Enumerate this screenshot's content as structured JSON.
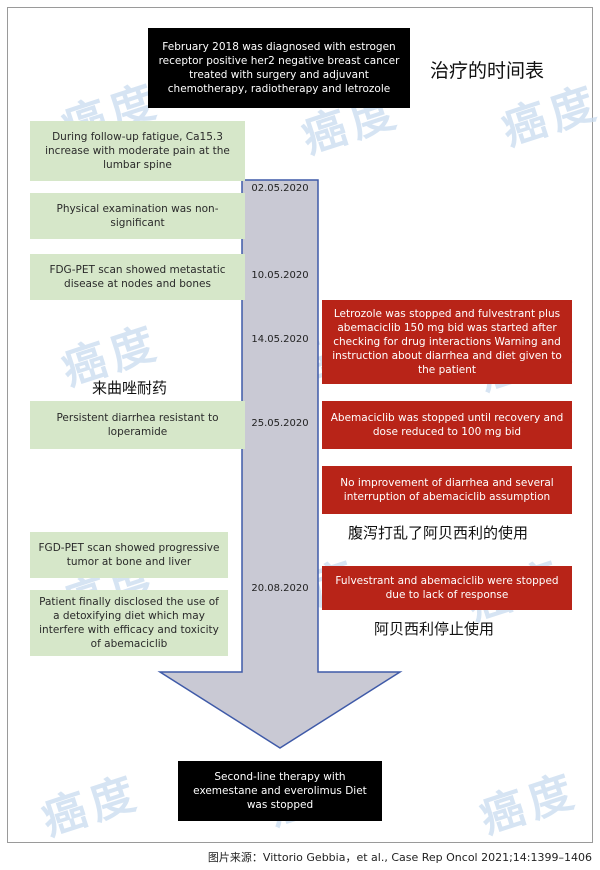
{
  "title_cn": "治疗的时间表",
  "watermark": "癌度",
  "top_box": "February 2018 was diagnosed with estrogen receptor positive her2 negative breast cancer treated with surgery and adjuvant chemotherapy, radiotherapy and letrozole",
  "left_boxes": [
    "During follow-up fatigue, Ca15.3 increase with moderate pain at the lumbar spine",
    "Physical examination was non-significant",
    "FDG-PET scan showed metastatic disease at nodes and bones",
    "Persistent diarrhea resistant to loperamide",
    "FGD-PET scan showed progressive tumor at bone and liver",
    "Patient finally disclosed the use of a detoxifying diet which may interfere with efficacy and toxicity of abemaciclib"
  ],
  "dates": [
    "02.05.2020",
    "10.05.2020",
    "14.05.2020",
    "25.05.2020",
    "20.08.2020"
  ],
  "right_boxes": [
    "Letrozole was stopped and fulvestrant plus abemaciclib 150 mg bid was started after checking for drug interactions Warning and instruction about diarrhea and diet given to the patient",
    "Abemaciclib was stopped until recovery and dose reduced to 100 mg bid",
    "No improvement of diarrhea and several interruption of abemaciclib assumption",
    "Fulvestrant and abemaciclib were stopped due to lack of response"
  ],
  "annotations": {
    "left_mid": "来曲唑耐药",
    "right_mid": "腹泻打乱了阿贝西利的使用",
    "right_low": "阿贝西利停止使用"
  },
  "bottom_box": "Second-line therapy with exemestane and everolimus Diet was stopped",
  "source": "图片来源：Vittorio Gebbia，et al., Case Rep Oncol 2021;14:1399–1406",
  "colors": {
    "arrow_fill": "#c9c9d4",
    "arrow_stroke": "#3f5aa8",
    "green_box": "#d6e7c9",
    "red_box": "#b82418",
    "black_box": "#000000"
  }
}
